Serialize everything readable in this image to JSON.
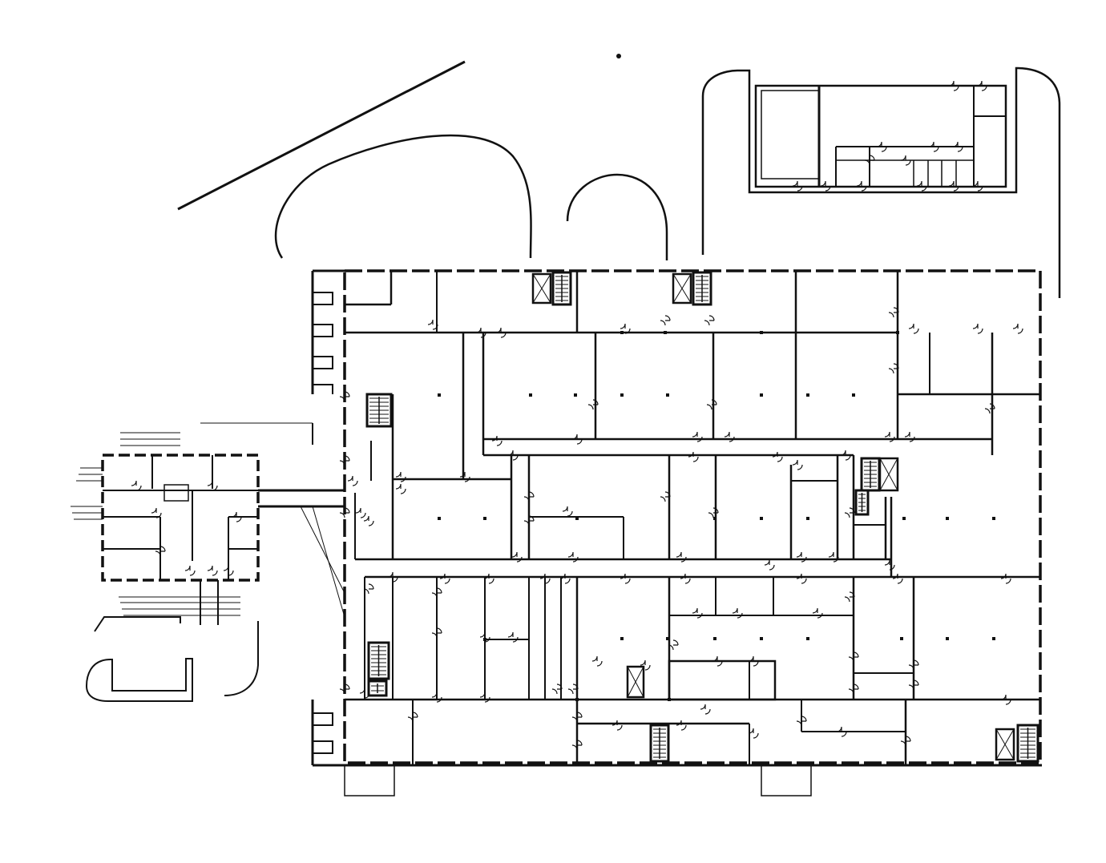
{
  "drawing": {
    "kind": "architectural floor plan",
    "printed_text": [],
    "colors": {
      "paper": "#ffffff",
      "ink": "#111111"
    },
    "wings": [
      "main-block",
      "west-annex",
      "north-annex"
    ],
    "stair_icon": "stair-icon",
    "elevator_icon": "elevator-icon",
    "door_icon": "door-swing-icon"
  }
}
